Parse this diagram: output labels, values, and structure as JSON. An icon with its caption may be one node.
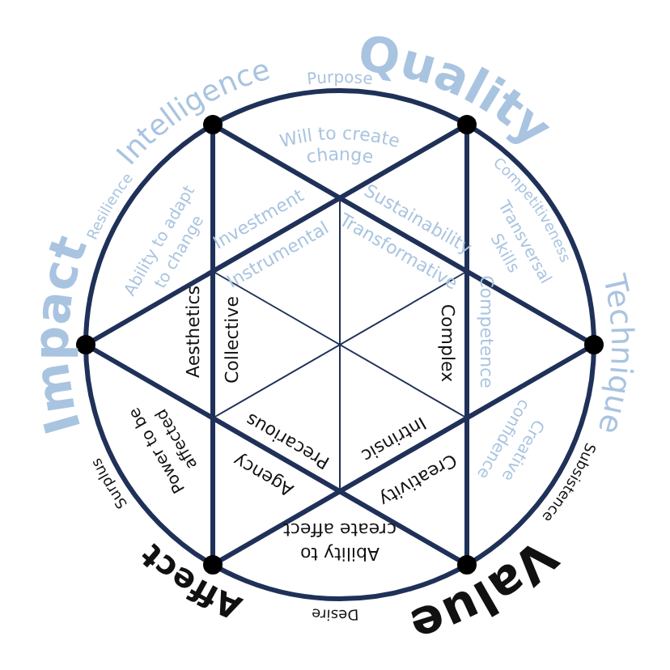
{
  "diagram": {
    "labels": [
      "Quality",
      "Intelligence",
      "Purpose",
      "Will to create change",
      "Competitiveness",
      "Resilience",
      "Investment",
      "Sustainability",
      "Instrumental",
      "Transformative",
      "Transversal Skills",
      "Ability to adapt to change",
      "Technique",
      "Impact",
      "Aesthetics",
      "Collective",
      "Complex",
      "Competence",
      "Creative confidence",
      "Power to be affected",
      "Precarious",
      "Intrinsic",
      "Agency",
      "Creativity",
      "Subsistence",
      "Surplus",
      "Ability to create affect",
      "Desire",
      "Value",
      "Affect"
    ]
  }
}
